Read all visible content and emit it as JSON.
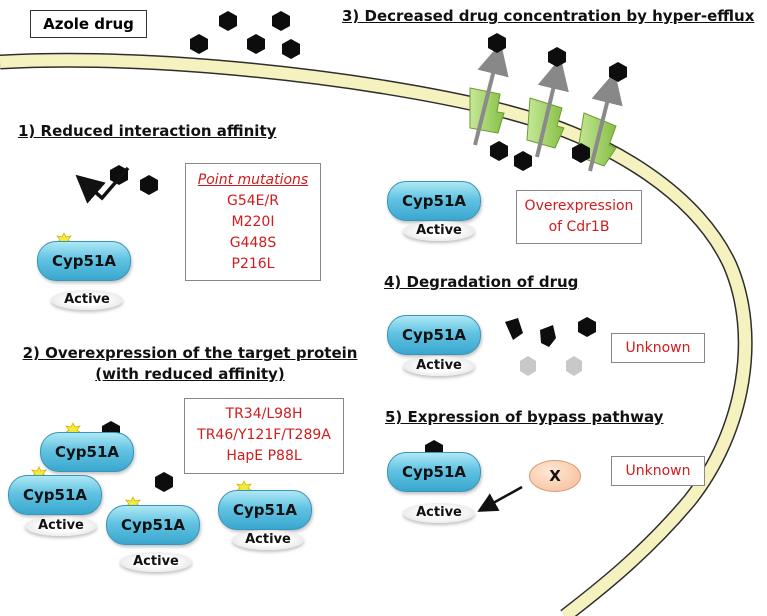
{
  "legend": {
    "drug_label": "Azole drug"
  },
  "sections": {
    "s1": {
      "title": "1) Reduced interaction affinity",
      "box": {
        "header": "Point mutations",
        "lines": [
          "G54E/R",
          "M220I",
          "G448S",
          "P216L"
        ]
      }
    },
    "s2": {
      "title_line1": "2) Overexpression of the target protein",
      "title_line2": "(with reduced affinity)",
      "box": {
        "lines": [
          "TR34/L98H",
          "TR46/Y121F/T289A",
          "HapE P88L"
        ]
      }
    },
    "s3": {
      "title": "3) Decreased drug concentration by hyper-efflux",
      "box": {
        "lines": [
          "Overexpression",
          "of Cdr1B"
        ]
      }
    },
    "s4": {
      "title": "4) Degradation of drug",
      "box": "Unknown"
    },
    "s5": {
      "title": "5) Expression of bypass pathway",
      "box": "Unknown",
      "node": "X"
    }
  },
  "protein": {
    "name": "Cyp51A",
    "state": "Active"
  },
  "colors": {
    "annotation_red": "#d01c1c",
    "protein_fill": "#62c3e2",
    "drug": "#0d0d0d",
    "membrane": "#f5f2c0",
    "pump": "#9ccf54",
    "x_node": "#f6b993"
  }
}
